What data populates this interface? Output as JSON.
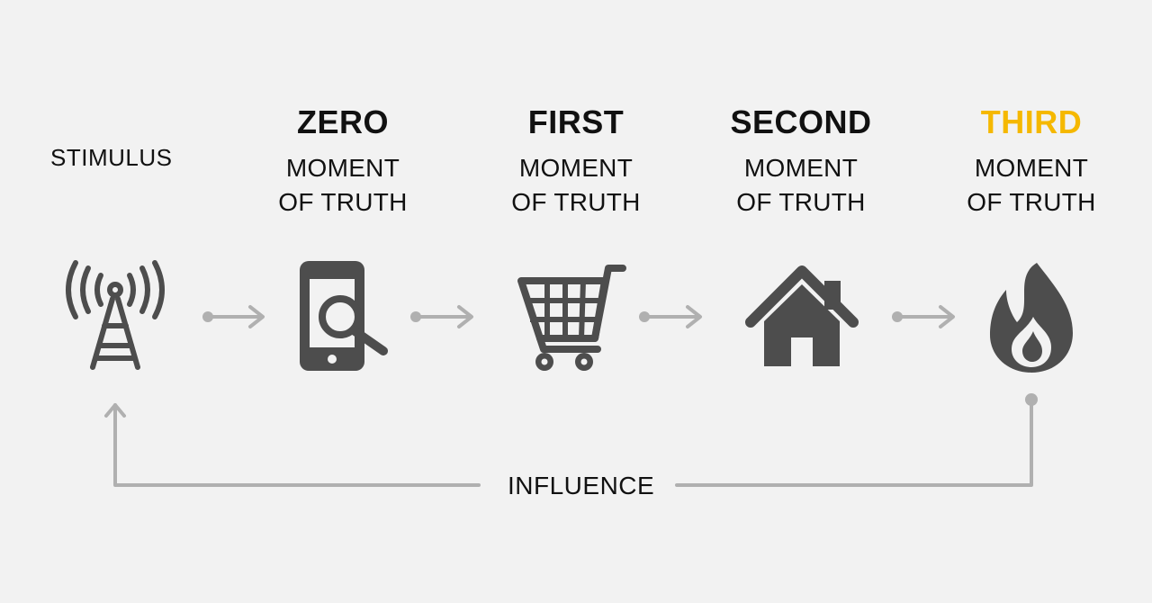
{
  "stimulus": {
    "label": "STIMULUS",
    "icon": "radio-tower-icon"
  },
  "stages": [
    {
      "title": "ZERO",
      "line1": "MOMENT",
      "line2": "OF TRUTH",
      "icon": "phone-search-icon"
    },
    {
      "title": "FIRST",
      "line1": "MOMENT",
      "line2": "OF TRUTH",
      "icon": "shopping-cart-icon"
    },
    {
      "title": "SECOND",
      "line1": "MOMENT",
      "line2": "OF TRUTH",
      "icon": "home-icon"
    },
    {
      "title": "THIRD",
      "line1": "MOMENT",
      "line2": "OF TRUTH",
      "icon": "flame-icon"
    }
  ],
  "feedback": {
    "label": "INFLUENCE"
  },
  "colors": {
    "accent": "#f5b800",
    "icon": "#4d4d4d",
    "connector": "#b0b0b0",
    "background": "#f2f2f2"
  }
}
